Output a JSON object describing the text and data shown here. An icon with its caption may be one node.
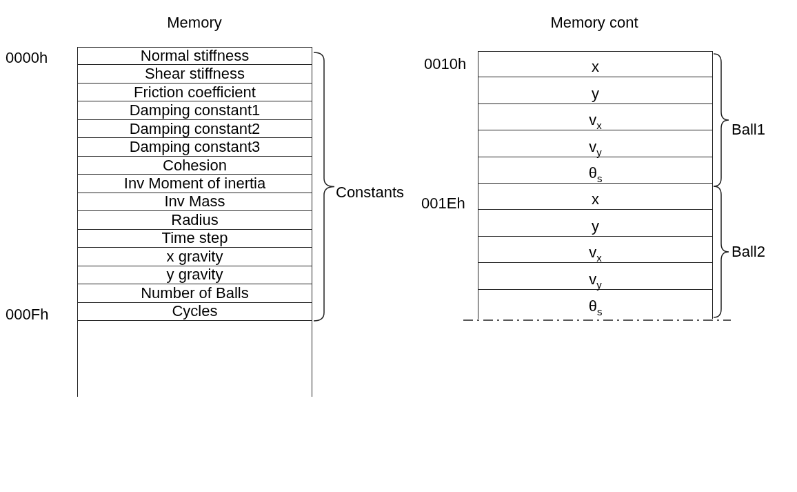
{
  "diagram": {
    "nodes": [
      {
        "text": [
          "Normal stiffness"
        ]
      },
      {
        "text": [
          "Shear stiffness"
        ]
      },
      {
        "text": [
          "Friction coefficient"
        ]
      },
      {
        "text": [
          "Damping constant1"
        ]
      },
      {
        "text": [
          "Damping constant2"
        ]
      },
      {
        "text": [
          "Damping constant3"
        ]
      },
      {
        "text": [
          "Cohesion"
        ]
      },
      {
        "text": [
          "Inv Moment of inertia"
        ]
      },
      {
        "text": [
          "Inv Mass"
        ]
      },
      {
        "text": [
          "Radius"
        ]
      },
      {
        "text": [
          "Time step"
        ]
      },
      {
        "text": [
          "x gravity"
        ]
      },
      {
        "text": [
          "y gravity"
        ]
      },
      {
        "text": [
          "Number of Balls"
        ]
      },
      {
        "text": [
          "Cycles"
        ]
      },
      {
        "text": [
          "x"
        ]
      },
      {
        "text": [
          "y"
        ]
      },
      {
        "text": [
          "v$_{x}$"
        ]
      },
      {
        "text": [
          "v$_{y}$"
        ]
      },
      {
        "text": [
          "θ$_{s}$"
        ]
      },
      {
        "text": [
          "x"
        ]
      },
      {
        "text": [
          "y"
        ]
      },
      {
        "text": [
          "v$_{x}$"
        ]
      },
      {
        "text": [
          "v$_{y}$"
        ]
      },
      {
        "text": [
          "θ$_{s}$"
        ]
      }
    ],
    "labels": [
      "Memory",
      "Memory cont",
      "0000h",
      "0010h",
      "Ball1",
      "001Eh",
      "Constants",
      "Ball2",
      "000Fh"
    ]
  }
}
